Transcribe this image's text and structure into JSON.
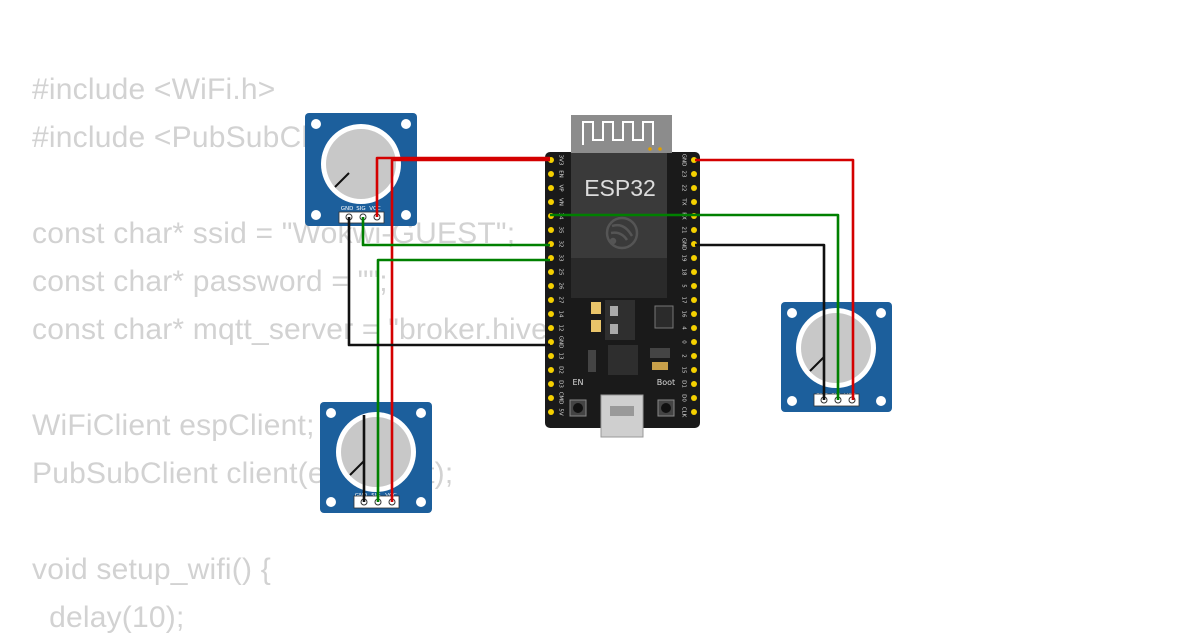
{
  "code_lines": [
    "#include <WiFi.h>",
    "#include <PubSubClient.h>",
    "",
    "const char* ssid = \"Wokwi-GUEST\";",
    "const char* password = \"\";",
    "const char* mqtt_server = \"broker.hivemq.com\";",
    "",
    "WiFiClient espClient;",
    "PubSubClient client(espClient);",
    "",
    "void setup_wifi() {",
    "  delay(10);"
  ],
  "board": {
    "label": "ESP32",
    "en_label": "EN",
    "boot_label": "Boot",
    "left_pins": [
      "3V3",
      "EN",
      "VP",
      "VN",
      "34",
      "35",
      "32",
      "33",
      "25",
      "26",
      "27",
      "14",
      "12",
      "GND",
      "13",
      "D2",
      "D3",
      "CMD",
      "5V"
    ],
    "right_pins": [
      "GND",
      "23",
      "22",
      "TX",
      "RX",
      "21",
      "GND",
      "19",
      "18",
      "5",
      "17",
      "16",
      "4",
      "0",
      "2",
      "15",
      "D1",
      "D0",
      "CLK"
    ]
  },
  "potentiometer": {
    "pin_gnd": "GND",
    "pin_sig": "SIG",
    "pin_vcc": "VCC"
  },
  "colors": {
    "code": "#d2d2d2",
    "pot_blue": "#1c5f9c",
    "wire_red": "#d40000",
    "wire_green": "#008000",
    "wire_black": "#111111",
    "board": "#1a1a1a",
    "pin_gold": "#f5d000"
  }
}
